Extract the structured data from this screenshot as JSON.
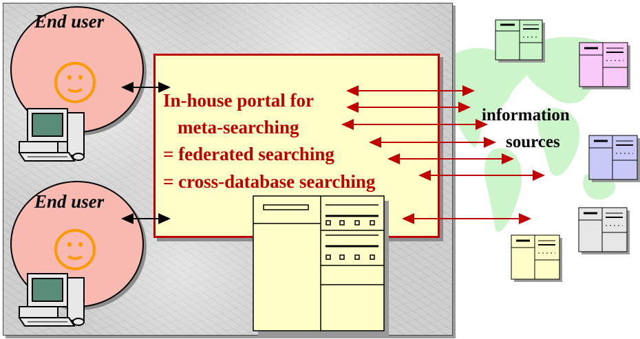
{
  "diagram": {
    "end_user_top": "End user",
    "end_user_bottom": "End user",
    "portal_lines": [
      "In-house portal for",
      "meta-searching",
      "= federated searching",
      "= cross-database searching"
    ],
    "sources_label_1": "information",
    "sources_label_2": "sources"
  },
  "colors": {
    "portal_text": "#c00000",
    "portal_fill": "#fffec8",
    "user_fill": "#f7b9b0",
    "smiley": "#ff9900",
    "arrow_red": "#c00000",
    "world_map": "#ccf5cc",
    "doc_green": "#c9f5c9",
    "doc_pink": "#f8c9f8",
    "doc_blue": "#c9c9f8",
    "doc_gray": "#e6e6e6",
    "doc_yellow": "#fffec8"
  },
  "icons": [
    "smiley-icon",
    "computer-icon",
    "document-icon",
    "world-map-icon"
  ]
}
